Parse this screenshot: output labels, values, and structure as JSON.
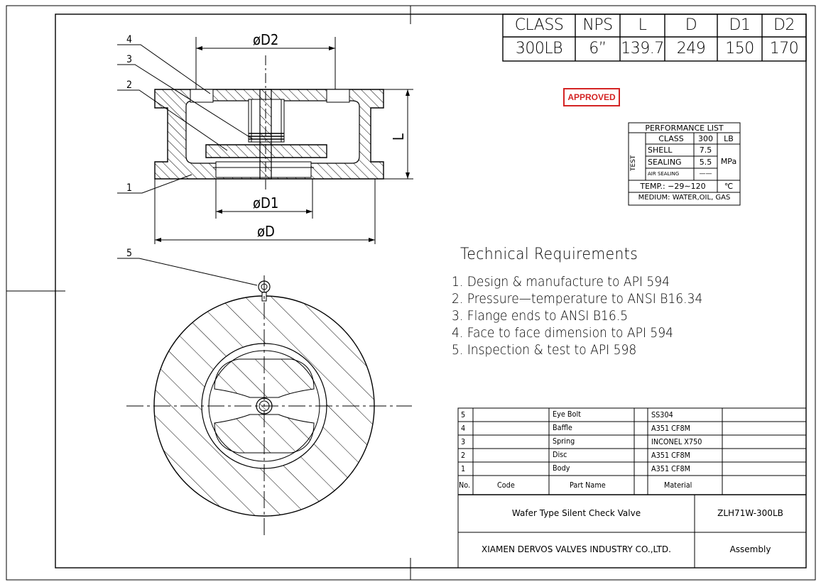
{
  "spec_table": {
    "headers": [
      "CLASS",
      "NPS",
      "L",
      "D",
      "D1",
      "D2"
    ],
    "values": [
      "300LB",
      "6”",
      "139.7",
      "249",
      "150",
      "170"
    ]
  },
  "stamp": {
    "label": "APPROVED",
    "color": "#d42424"
  },
  "performance": {
    "title": "PERFORMANCE LIST",
    "class_label": "CLASS",
    "class_value": "300",
    "class_unit": "LB",
    "test_label": "TEST",
    "shell_label": "SHELL",
    "shell_value": "7.5",
    "sealing_label": "SEALING",
    "sealing_value": "5.5",
    "air_label": "AIR SEALING",
    "air_value": "——",
    "pressure_unit": "MPa",
    "temp": "TEMP.: −29∼120",
    "temp_unit": "℃",
    "medium": "MEDIUM: WATER,OIL, GAS"
  },
  "tech_requirements": {
    "title": "Technical Requirements",
    "items": [
      "1. Design & manufacture to API 594",
      "2. Pressure—temperature to ANSI B16.34",
      "3. Flange ends to ANSI B16.5",
      "4. Face to face dimension to API 594",
      "5. Inspection & test to API 598"
    ]
  },
  "drawing": {
    "dim_d2": "øD2",
    "dim_d1": "øD1",
    "dim_d": "øD",
    "dim_l": "L",
    "balloons": [
      "4",
      "3",
      "2",
      "1",
      "5"
    ]
  },
  "bom": {
    "rows": [
      {
        "no": "5",
        "code": "",
        "name": "Eye Bolt",
        "material": "SS304"
      },
      {
        "no": "4",
        "code": "",
        "name": "Baffle",
        "material": "A351 CF8M"
      },
      {
        "no": "3",
        "code": "",
        "name": "Spring",
        "material": "INCONEL X750"
      },
      {
        "no": "2",
        "code": "",
        "name": "Disc",
        "material": "A351 CF8M"
      },
      {
        "no": "1",
        "code": "",
        "name": "Body",
        "material": "A351 CF8M"
      }
    ],
    "header": {
      "no": "No.",
      "code": "Code",
      "name": "Part Name",
      "material": "Material"
    }
  },
  "title_block": {
    "product": "Wafer Type Silent Check Valve",
    "model": "ZLH71W-300LB",
    "company": "XIAMEN DERVOS VALVES INDUSTRY CO.,LTD.",
    "drawing_type": "Assembly"
  }
}
